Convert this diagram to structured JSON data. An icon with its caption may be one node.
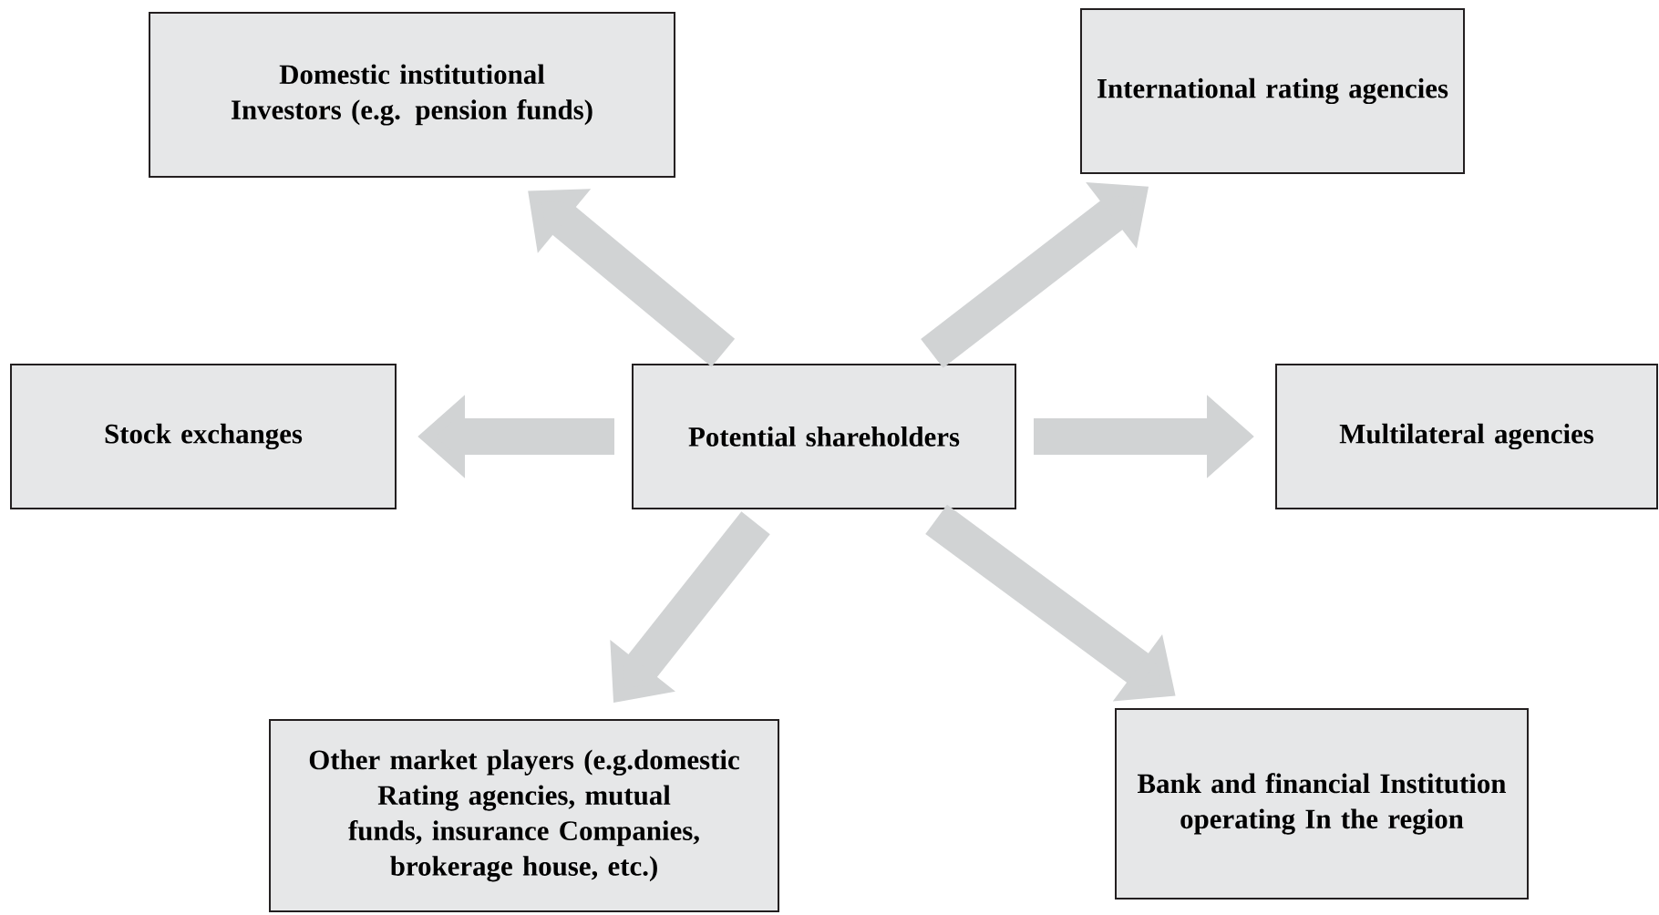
{
  "diagram": {
    "nodes": [
      {
        "text": [
          "Potential shareholders"
        ]
      },
      {
        "text": [
          "Domestic institutional Investors (e.g. pension funds)"
        ]
      },
      {
        "text": [
          "International rating agencies"
        ]
      },
      {
        "text": [
          "Stock exchanges"
        ]
      },
      {
        "text": [
          "Multilateral agencies"
        ]
      },
      {
        "text": [
          "Other market players (e.g.domestic Rating agencies, mutual funds, insurance Companies, brokerage house, etc.)"
        ]
      },
      {
        "text": [
          "Bank and financial Institution operating In the region"
        ]
      }
    ],
    "edges": [
      {
        "from": 0,
        "to": 1,
        "arrow": "to"
      },
      {
        "from": 0,
        "to": 2,
        "arrow": "to"
      },
      {
        "from": 0,
        "to": 3,
        "arrow": "to"
      },
      {
        "from": 0,
        "to": 4,
        "arrow": "to"
      },
      {
        "from": 0,
        "to": 5,
        "arrow": "to"
      },
      {
        "from": 0,
        "to": 6,
        "arrow": "to"
      }
    ]
  }
}
